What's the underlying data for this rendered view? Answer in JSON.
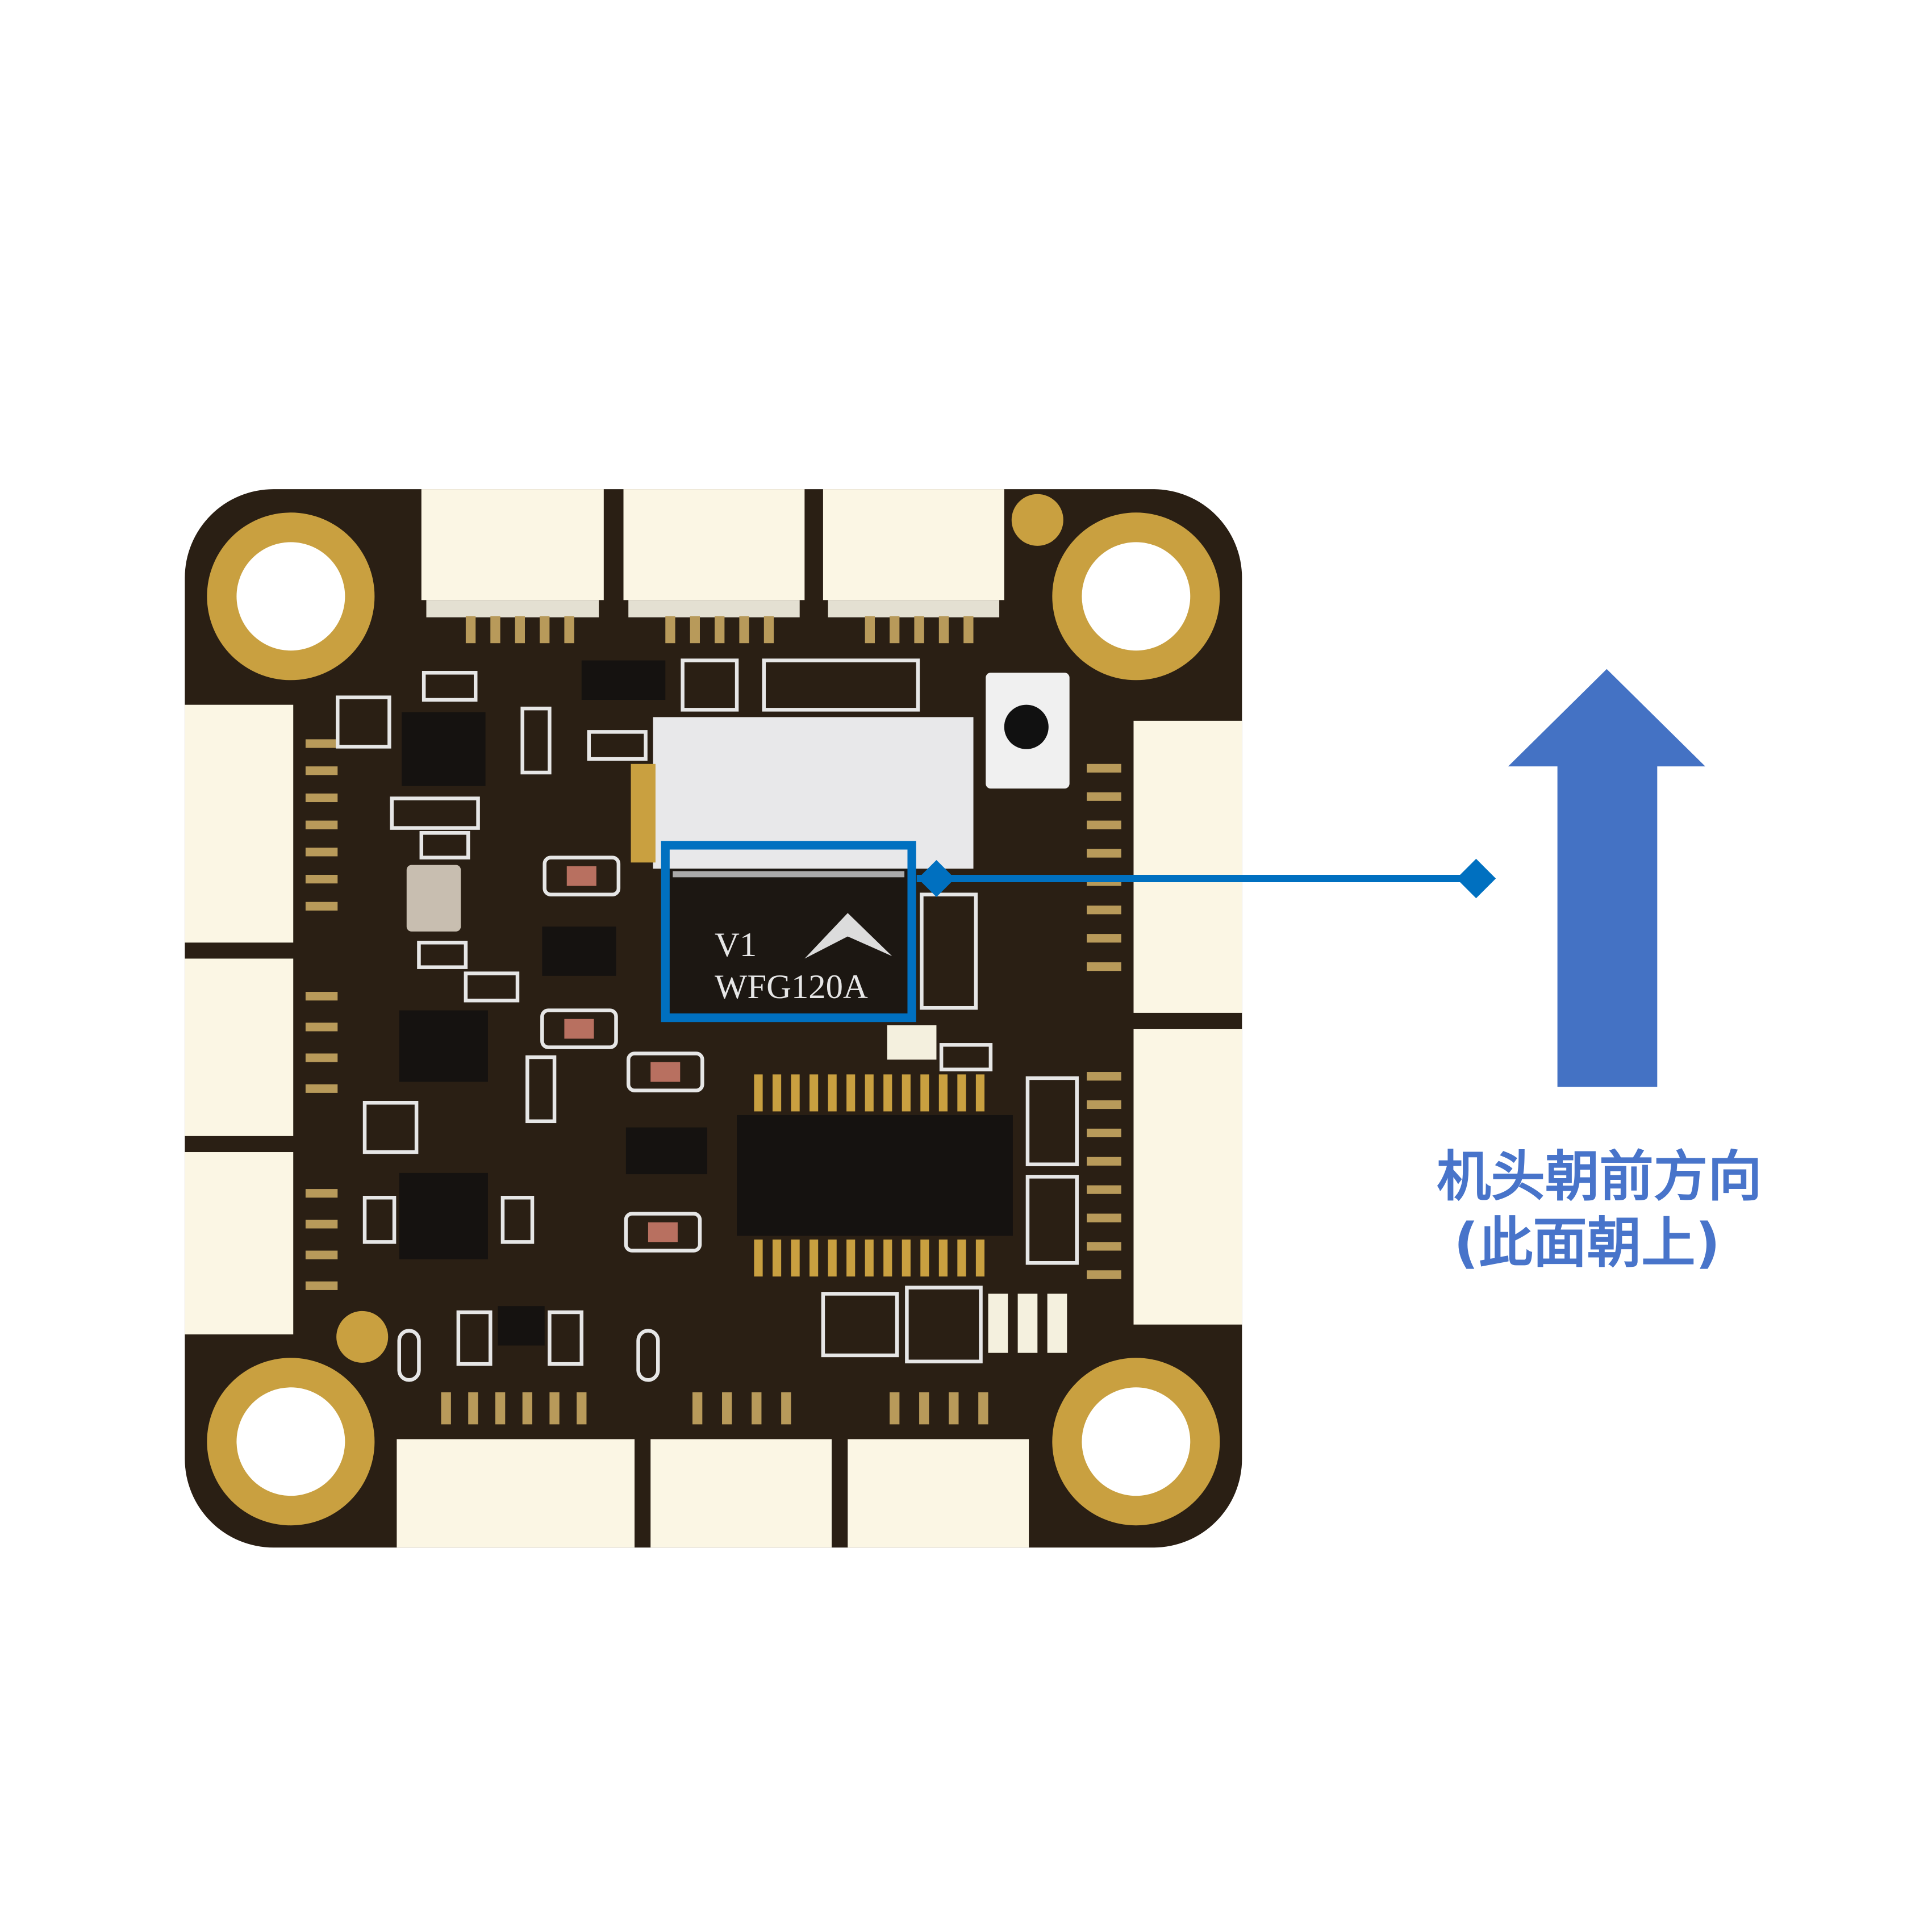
{
  "board": {
    "chip_label_line1": "V1",
    "chip_label_line2": "WFG120A",
    "board_color": "#2a1f14",
    "pad_gold": "#c9a040",
    "connector_color": "#fbf6e4"
  },
  "annotation": {
    "line1": "机头朝前方向",
    "line2": "(此面朝上)",
    "highlight_color": "#0070c0",
    "arrow_color": "#4472c4",
    "arrow_icon": "arrow-up-icon"
  }
}
